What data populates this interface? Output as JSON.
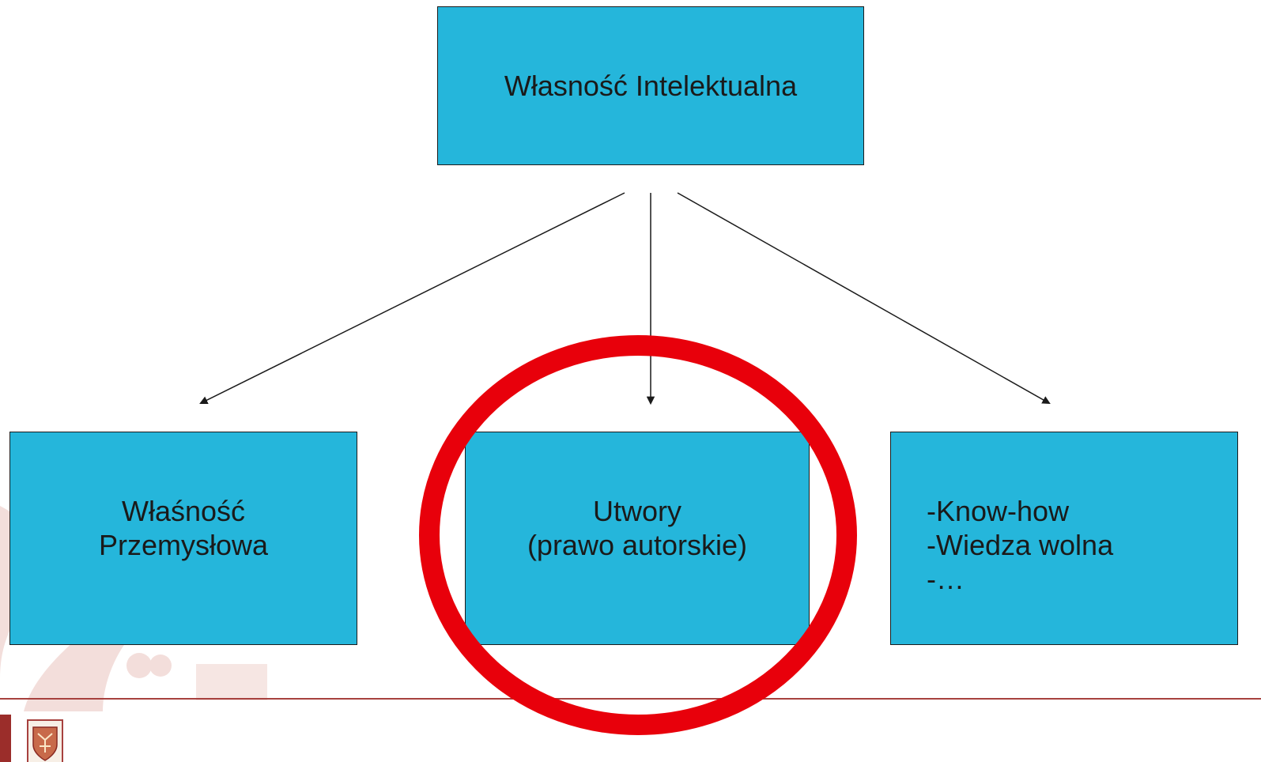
{
  "diagram": {
    "root": {
      "label": "Własność Intelektualna"
    },
    "children": [
      {
        "lines": [
          "Właśność",
          "Przemysłowa"
        ]
      },
      {
        "lines": [
          "Utwory",
          "(prawo autorskie)"
        ]
      },
      {
        "lines": [
          "-Know-how",
          "-Wiedza wolna",
          "-…"
        ]
      }
    ],
    "highlight": {
      "target": "Utwory",
      "color": "#e8000b"
    }
  },
  "theme": {
    "box_fill": "#25b6db",
    "arrow_color": "#1a1a1a",
    "footer_line_color": "#a7413e",
    "watermark_color": "#f1d9d6",
    "logo_color": "#a7413e"
  },
  "footer": {
    "logo_icon": "university-emblem-icon"
  }
}
